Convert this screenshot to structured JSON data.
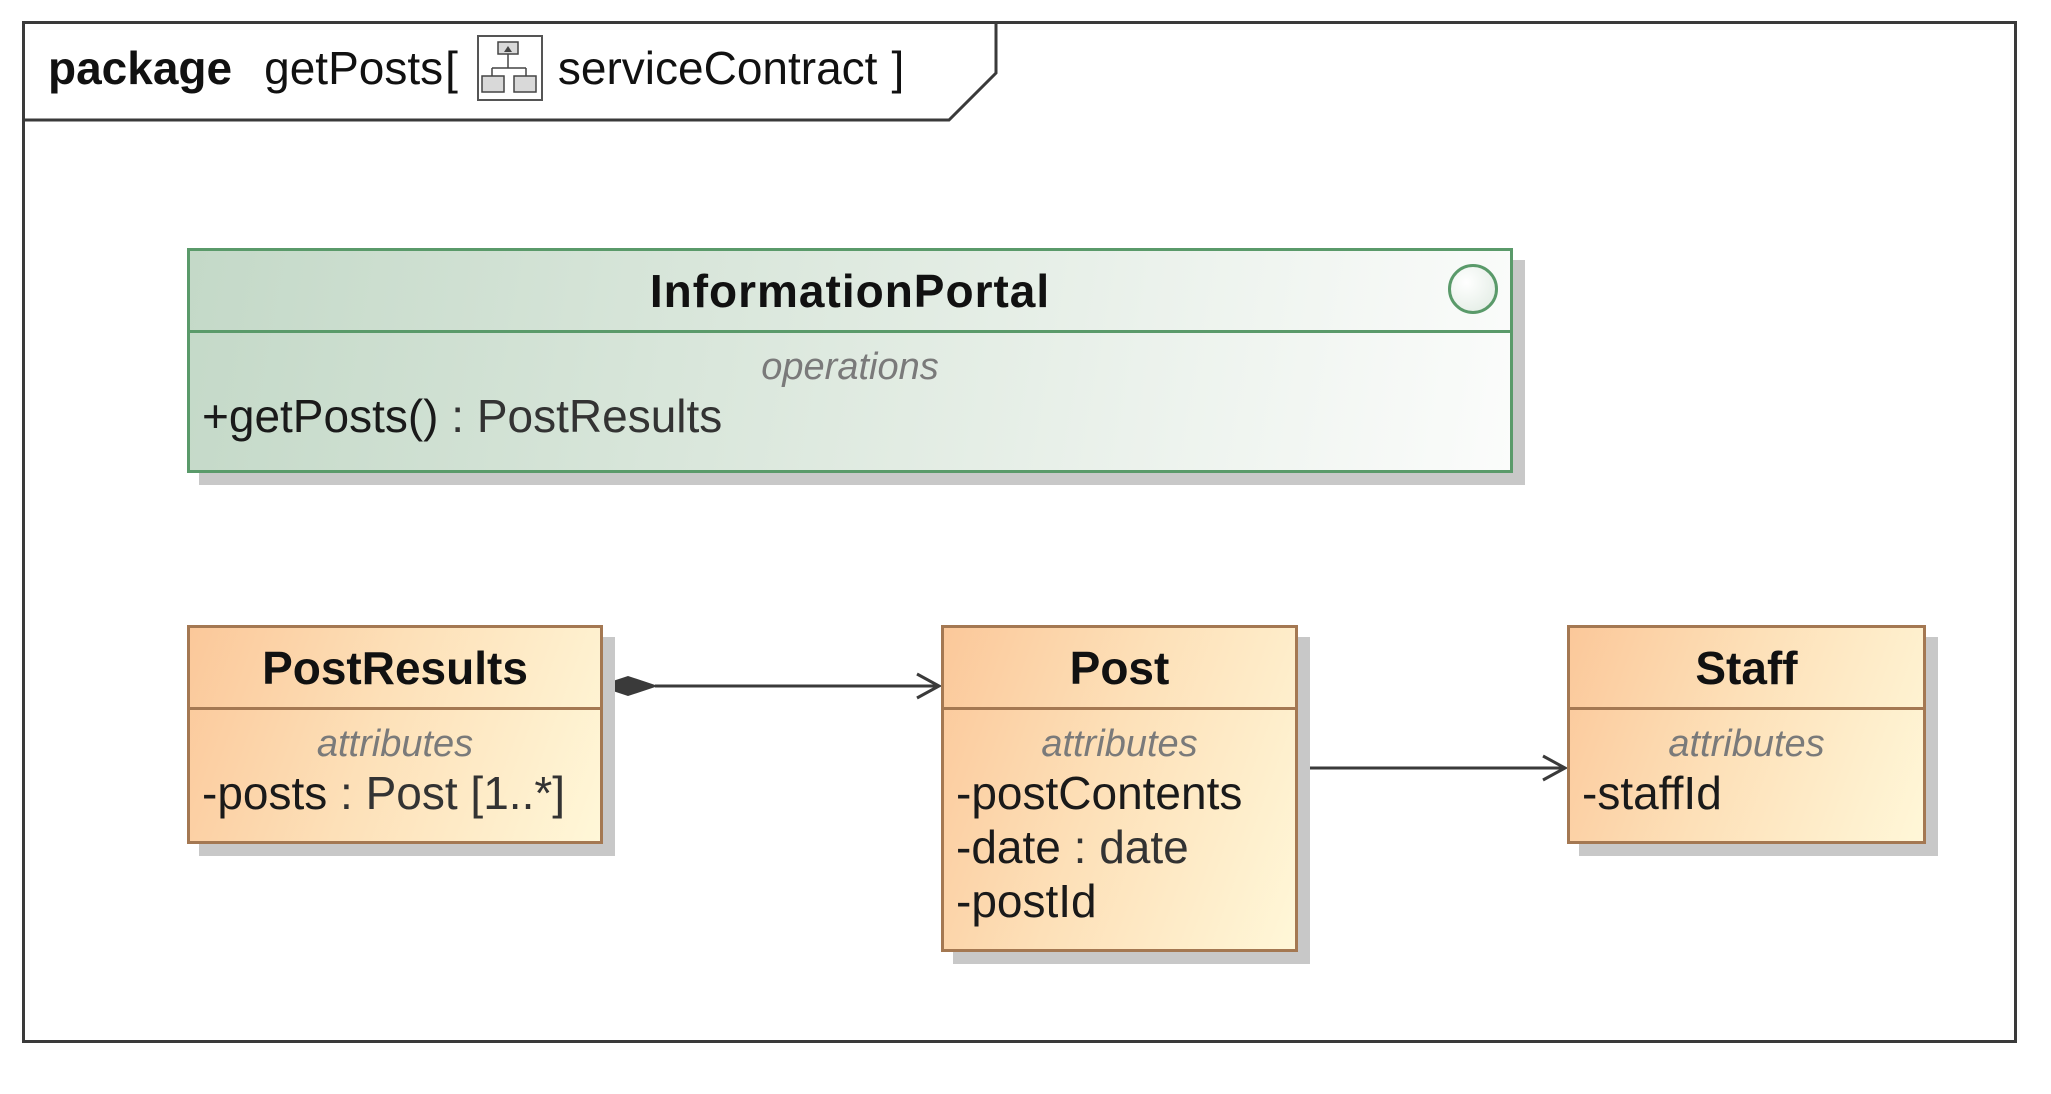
{
  "frame": {
    "keyword": "package",
    "name": "getPosts",
    "bracket_open": "[",
    "diagram_type": "serviceContract",
    "bracket_close": "]",
    "icon": "package-diagram-icon"
  },
  "interface": {
    "name": "InformationPortal",
    "compartment": "operations",
    "operation": {
      "name": "+getPosts()",
      "sep": " : ",
      "type": "PostResults"
    }
  },
  "classes": {
    "post_results": {
      "name": "PostResults",
      "compartment": "attributes",
      "attrs": [
        {
          "name": "-posts",
          "sep": " : ",
          "type": "Post [1..*]"
        }
      ]
    },
    "post": {
      "name": "Post",
      "compartment": "attributes",
      "attrs": [
        {
          "name": "-postContents"
        },
        {
          "name": "-date",
          "sep": " : ",
          "type": "date"
        },
        {
          "name": "-postId"
        }
      ]
    },
    "staff": {
      "name": "Staff",
      "compartment": "attributes",
      "attrs": [
        {
          "name": "-staffId"
        }
      ]
    }
  },
  "colors": {
    "interface_border": "#5a9a6a",
    "class_border": "#a47852",
    "connector": "#3a3a3a"
  }
}
